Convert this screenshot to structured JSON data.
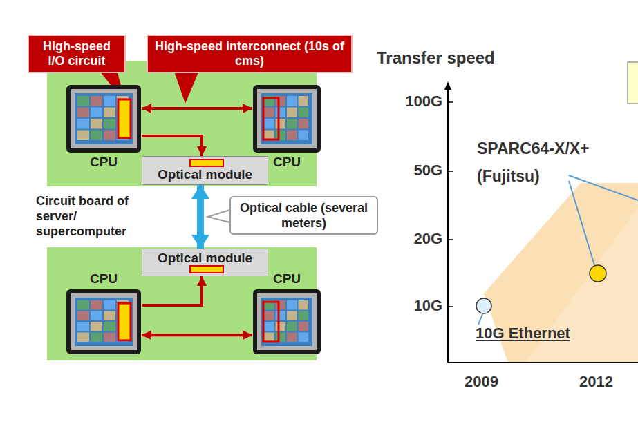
{
  "diagram": {
    "nodes": [
      {
        "text": [
          "High-speed I/O circuit"
        ]
      },
      {
        "text": [
          "High-speed interconnect (10s of cms)"
        ]
      },
      {
        "text": [
          "CPU"
        ]
      },
      {
        "text": [
          "CPU"
        ]
      },
      {
        "text": [
          "Optical module"
        ]
      },
      {
        "text": [
          "Optical module"
        ]
      },
      {
        "text": [
          "CPU"
        ]
      },
      {
        "text": [
          "CPU"
        ]
      },
      {
        "text": [
          "Optical cable (several meters)"
        ]
      }
    ],
    "edges": [
      {
        "from": 2,
        "to": 3,
        "arrow": "both"
      },
      {
        "from": 2,
        "to": 4,
        "arrow": "to"
      },
      {
        "from": 4,
        "to": 5,
        "arrow": "both"
      },
      {
        "from": 6,
        "to": 5,
        "arrow": "to"
      },
      {
        "from": 6,
        "to": 7,
        "arrow": "both"
      }
    ],
    "labels": [
      "Circuit board of server/ supercomputer",
      "Transfer speed",
      "100G",
      "50G",
      "20G",
      "10G",
      "2009",
      "2012",
      "SPARC64-X/X+",
      "(Fujitsu)",
      "10G Ethernet"
    ]
  }
}
